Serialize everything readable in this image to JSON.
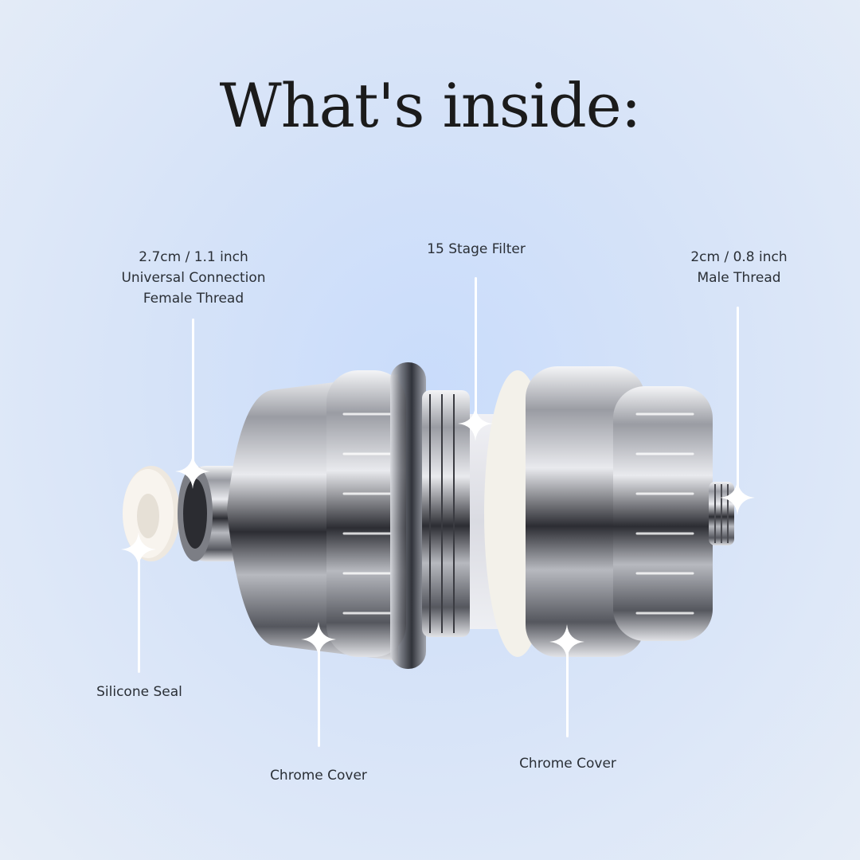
{
  "title": "What's inside:",
  "callouts": {
    "female_thread": {
      "lines": [
        "2.7cm / 1.1 inch",
        "Universal Connection",
        "Female Thread"
      ]
    },
    "stage_filter": {
      "lines": [
        "15 Stage Filter"
      ]
    },
    "male_thread": {
      "lines": [
        "2cm / 0.8 inch",
        "Male Thread"
      ]
    },
    "silicone_seal": {
      "lines": [
        "Silicone Seal"
      ]
    },
    "chrome_cover_left": {
      "lines": [
        "Chrome Cover"
      ]
    },
    "chrome_cover_right": {
      "lines": [
        "Chrome Cover"
      ]
    }
  },
  "colors": {
    "background": "#d6e3f8",
    "text": "#2a2f36",
    "chrome": "#8d9097",
    "seal": "#f6f1ea",
    "cartridge": "#e8e8ee"
  }
}
